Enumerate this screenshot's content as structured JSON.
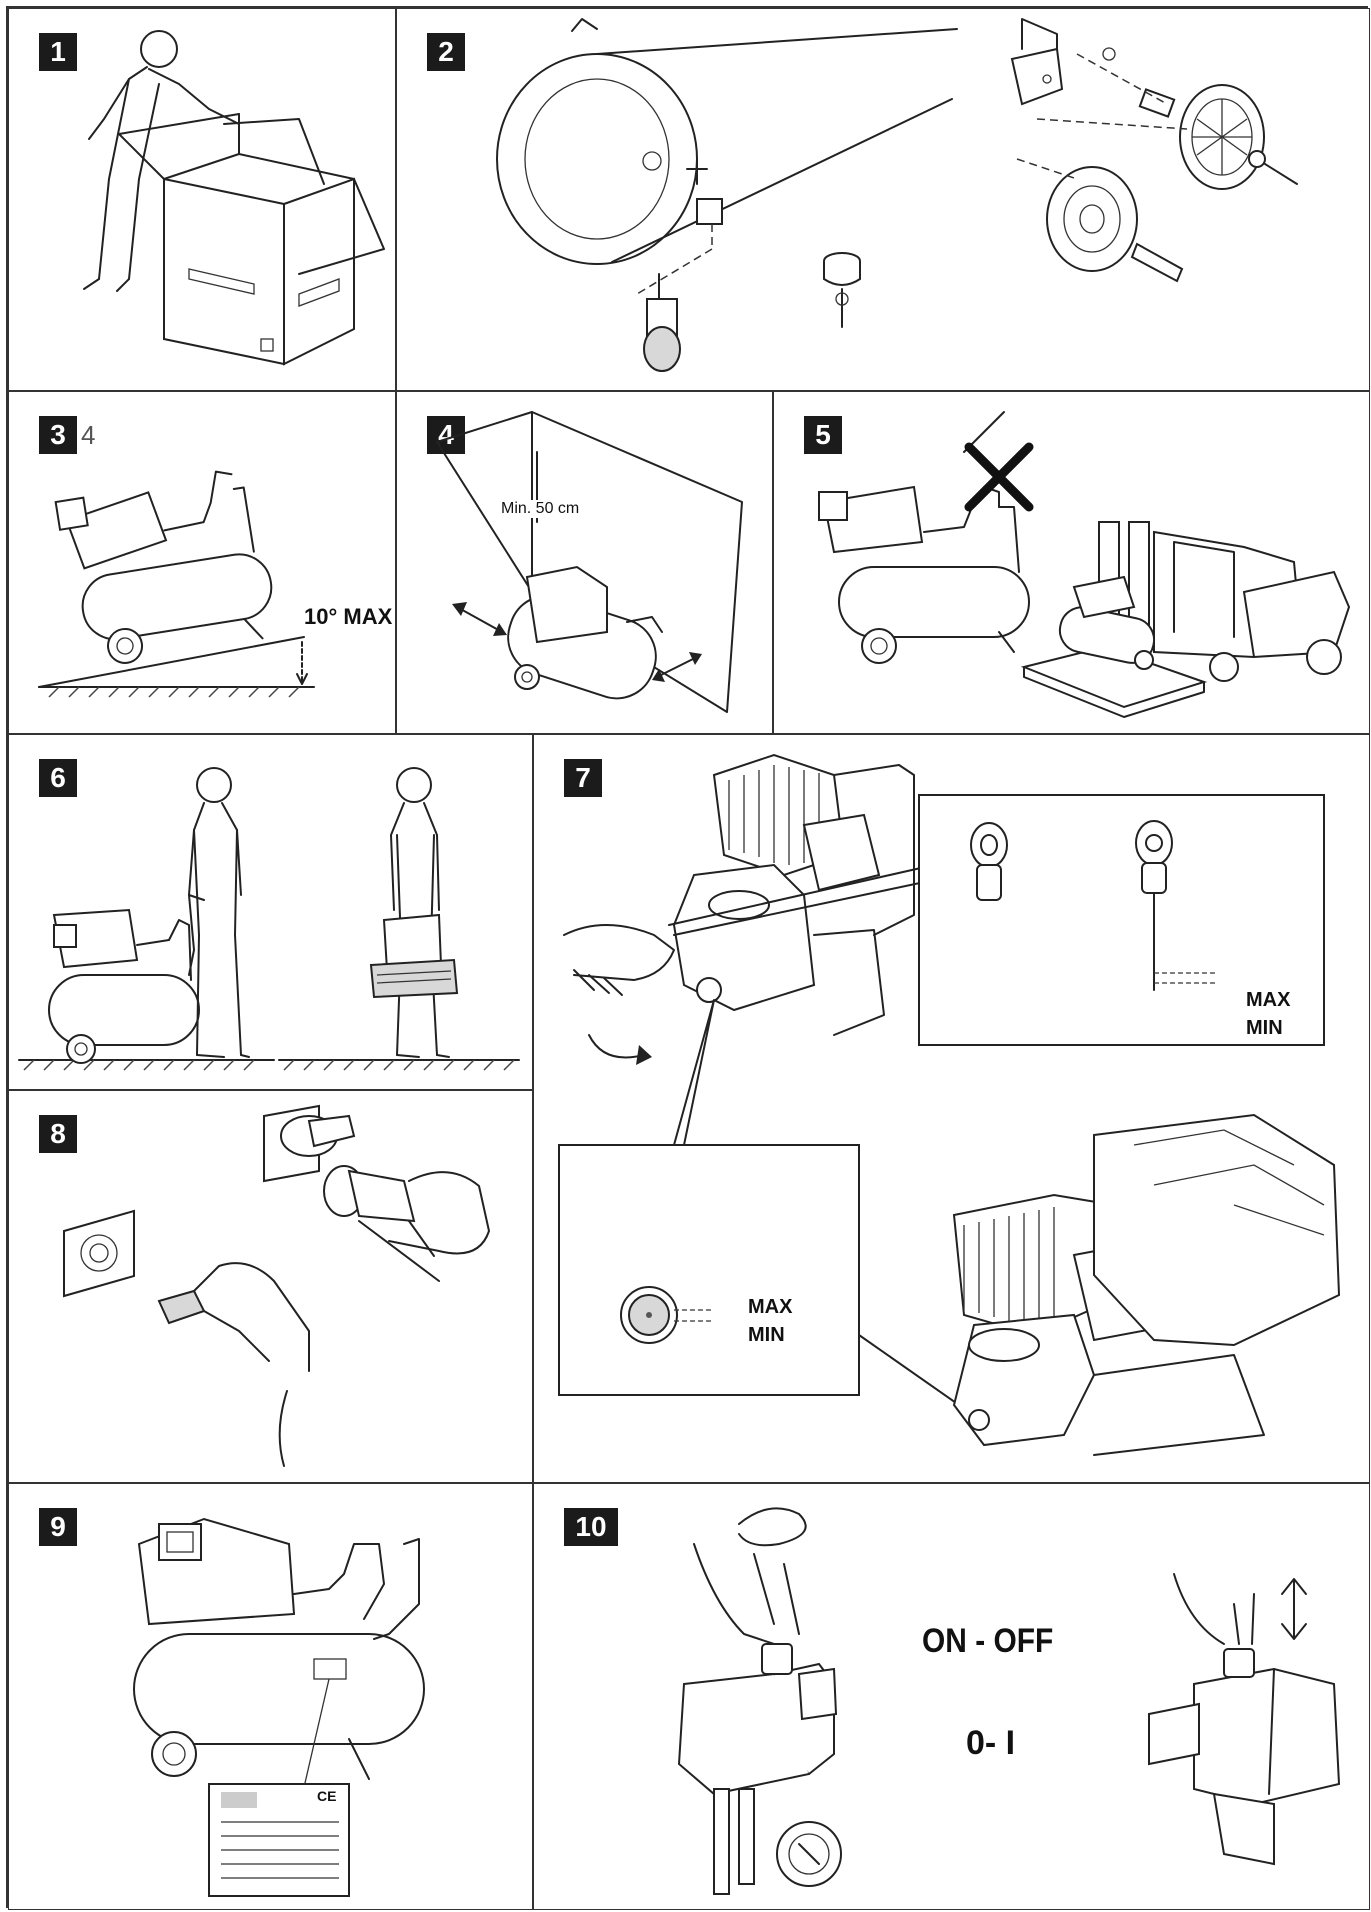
{
  "panels": {
    "p1": {
      "number": "1"
    },
    "p2": {
      "number": "2"
    },
    "p3": {
      "number": "3",
      "stray_digit": "4",
      "angle_label": "10° MAX"
    },
    "p4": {
      "number": "4",
      "distance_label": "Min. 50 cm"
    },
    "p5": {
      "number": "5"
    },
    "p6": {
      "number": "6"
    },
    "p7": {
      "number": "7",
      "dipstick_max": "MAX",
      "dipstick_min": "MIN",
      "sightglass_max": "MAX",
      "sightglass_min": "MIN"
    },
    "p8": {
      "number": "8"
    },
    "p9": {
      "number": "9",
      "plate_mark": "CE"
    },
    "p10": {
      "number": "10",
      "switch_label": "ON - OFF",
      "switch_symbol": "0- I"
    }
  }
}
